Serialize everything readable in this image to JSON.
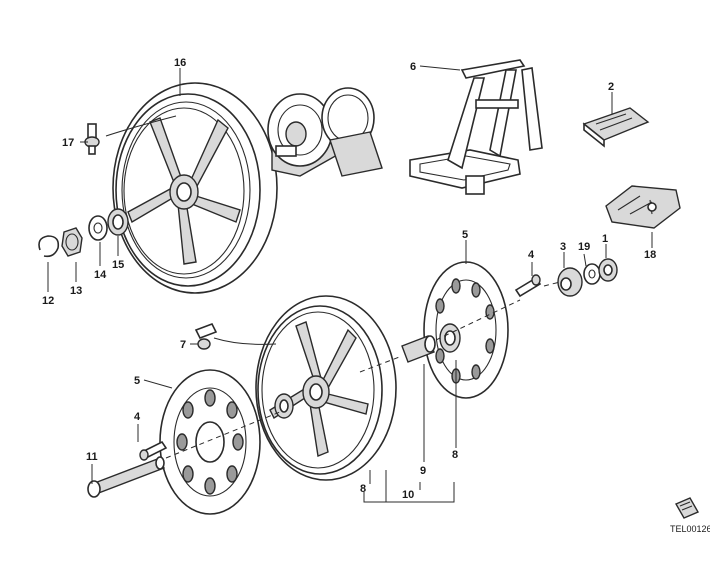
{
  "diagram": {
    "code": "TEL00126",
    "callouts": {
      "c1": "1",
      "c2": "2",
      "c3": "3",
      "c4a": "4",
      "c4b": "4",
      "c5a": "5",
      "c5b": "5",
      "c6": "6",
      "c7": "7",
      "c8a": "8",
      "c8b": "8",
      "c9": "9",
      "c10": "10",
      "c11": "11",
      "c12": "12",
      "c13": "13",
      "c14": "14",
      "c15": "15",
      "c16": "16",
      "c17": "17",
      "c18": "18",
      "c19": "19"
    }
  }
}
